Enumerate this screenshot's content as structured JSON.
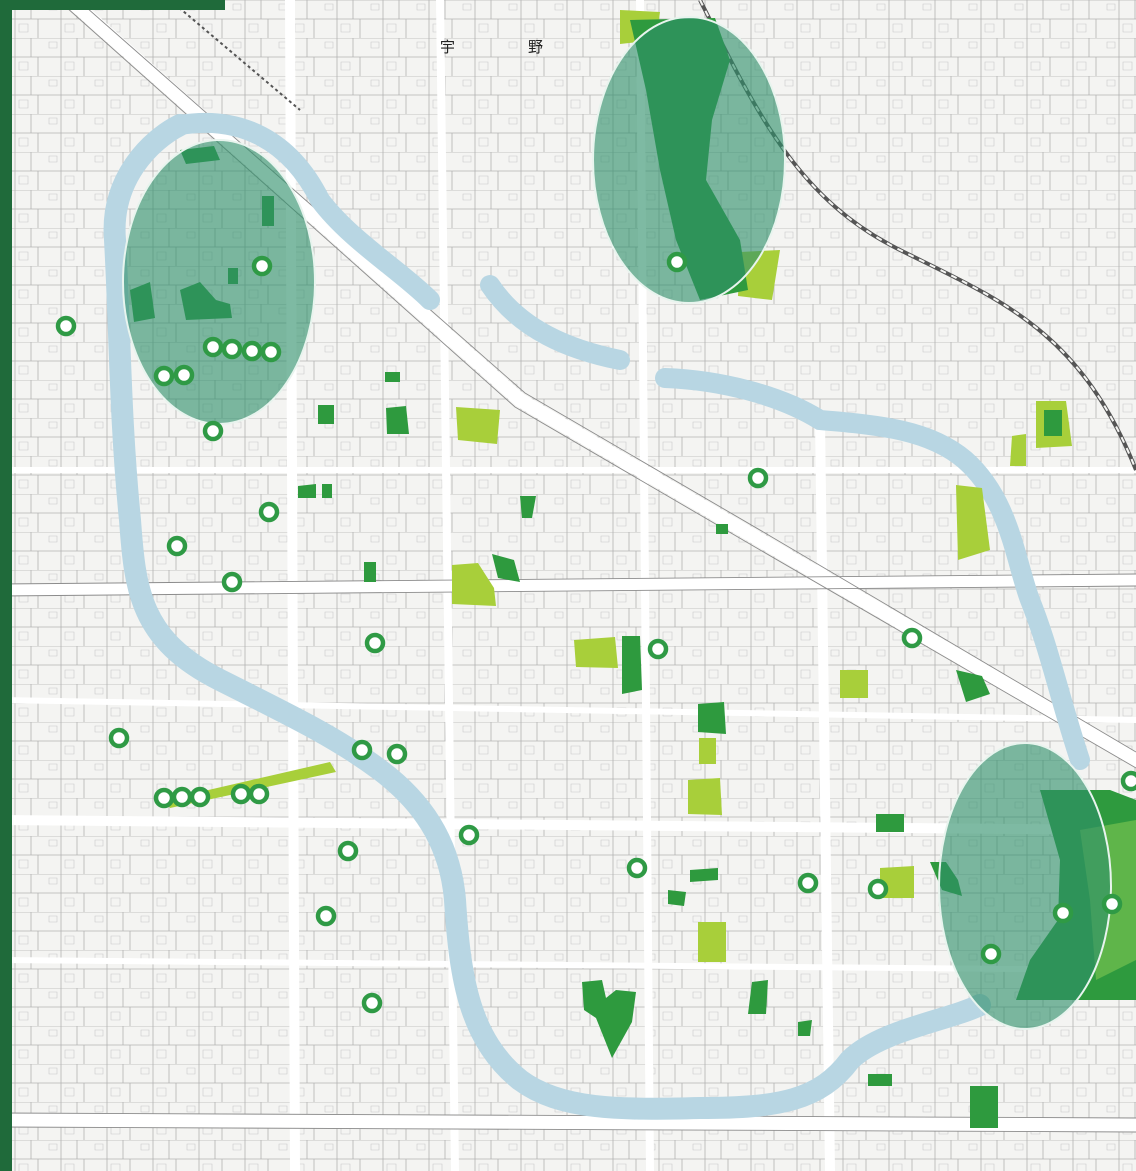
{
  "colors": {
    "paper": "#f4f4f2",
    "street": "#ffffff",
    "block_line": "#9a9a9a",
    "moat": "#b8d6e3",
    "green_dark": "#2e9a3e",
    "green_light": "#a8cf3a",
    "marker": "#2f9a45",
    "highlight_fill": "#2f8f6a",
    "highlight_stroke": "#e8f4ee"
  },
  "labels": {
    "district_a": "宇",
    "district_b": "野"
  },
  "legend": {
    "markers": [
      [
        66,
        326
      ],
      [
        262,
        266
      ],
      [
        213,
        347
      ],
      [
        232,
        349
      ],
      [
        252,
        351
      ],
      [
        271,
        352
      ],
      [
        164,
        376
      ],
      [
        184,
        375
      ],
      [
        213,
        431
      ],
      [
        677,
        262
      ],
      [
        758,
        478
      ],
      [
        269,
        512
      ],
      [
        177,
        546
      ],
      [
        232,
        582
      ],
      [
        375,
        643
      ],
      [
        912,
        638
      ],
      [
        658,
        649
      ],
      [
        119,
        738
      ],
      [
        362,
        750
      ],
      [
        397,
        754
      ],
      [
        164,
        798
      ],
      [
        182,
        797
      ],
      [
        200,
        797
      ],
      [
        241,
        794
      ],
      [
        259,
        794
      ],
      [
        469,
        835
      ],
      [
        348,
        851
      ],
      [
        637,
        868
      ],
      [
        808,
        883
      ],
      [
        878,
        889
      ],
      [
        326,
        916
      ],
      [
        1063,
        913
      ],
      [
        1112,
        904
      ],
      [
        991,
        954
      ],
      [
        372,
        1003
      ],
      [
        1131,
        781
      ]
    ]
  }
}
